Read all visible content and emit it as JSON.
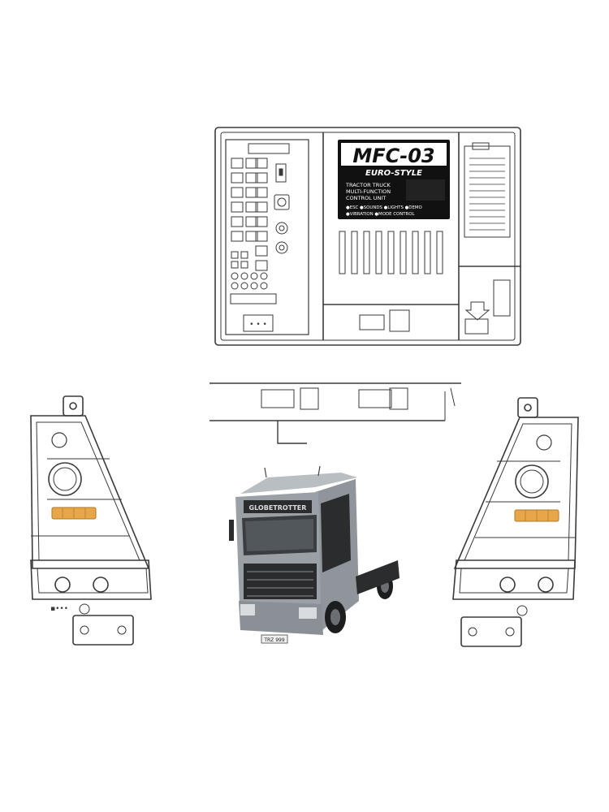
{
  "control_unit": {
    "logo": "MFC-03",
    "subtitle": "EURO-STYLE",
    "description_lines": [
      "TRACTOR TRUCK",
      "MULTI-FUNCTION",
      "CONTROL UNIT"
    ],
    "features_line1": "●ESC ●SOUNDS ●LIGHTS ●DEMO",
    "features_line2": "●VIBRATION ●MODE CONTROL"
  },
  "truck": {
    "windshield_banner": "GLOBETROTTER",
    "plate": "TRZ 999"
  },
  "colors": {
    "outline": "#3a3a3a",
    "label_bg": "#111111",
    "label_text": "#ffffff",
    "amber_led": "#e8a64a",
    "truck_body": "#9aa0a6",
    "truck_dark": "#2a2c2e"
  }
}
